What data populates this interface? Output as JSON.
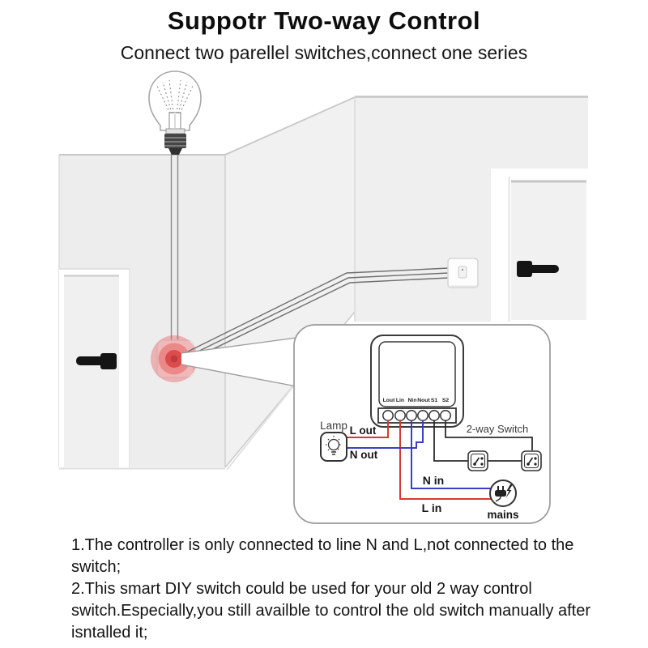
{
  "header": {
    "title": "Suppotr Two-way Control",
    "subtitle": "Connect two parellel switches,connect one series"
  },
  "callout": {
    "device_terminals": [
      "Lout",
      "Lin",
      "Nin",
      "Nout",
      "S1",
      "S2"
    ],
    "lamp_label": "Lamp",
    "l_out_label": "L out",
    "n_out_label": "N out",
    "two_way_switch_label": "2-way Switch",
    "n_in_label": "N in",
    "l_in_label": "L in",
    "mains_label": "mains"
  },
  "notes": {
    "note1": "1.The controller is only connected to line N and L,not connected to the switch;",
    "note2": "2.This smart DIY switch could be used for your old 2 way control switch.Especially,you still availble to control the old switch manually after isntalled it;"
  },
  "colors": {
    "live_wire": "#d63a2f",
    "neutral_wire": "#3a3fc4",
    "signal_wire": "#2b2b2b",
    "target_red": "#e05a5a",
    "wall_gray": "#ededed"
  }
}
